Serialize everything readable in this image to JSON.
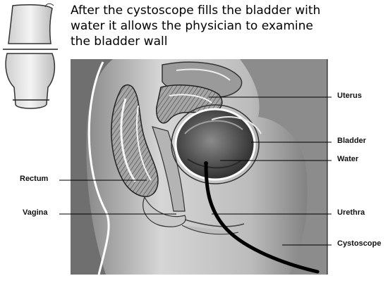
{
  "caption": {
    "line1": "After the cystoscope fills the bladder with",
    "line2": "water it allows the physician to examine",
    "line3": "the bladder wall"
  },
  "labels": {
    "uterus": "Uterus",
    "bladder": "Bladder",
    "water": "Water",
    "rectum": "Rectum",
    "vagina": "Vagina",
    "urethra": "Urethra",
    "cystoscope": "Cystoscope"
  }
}
